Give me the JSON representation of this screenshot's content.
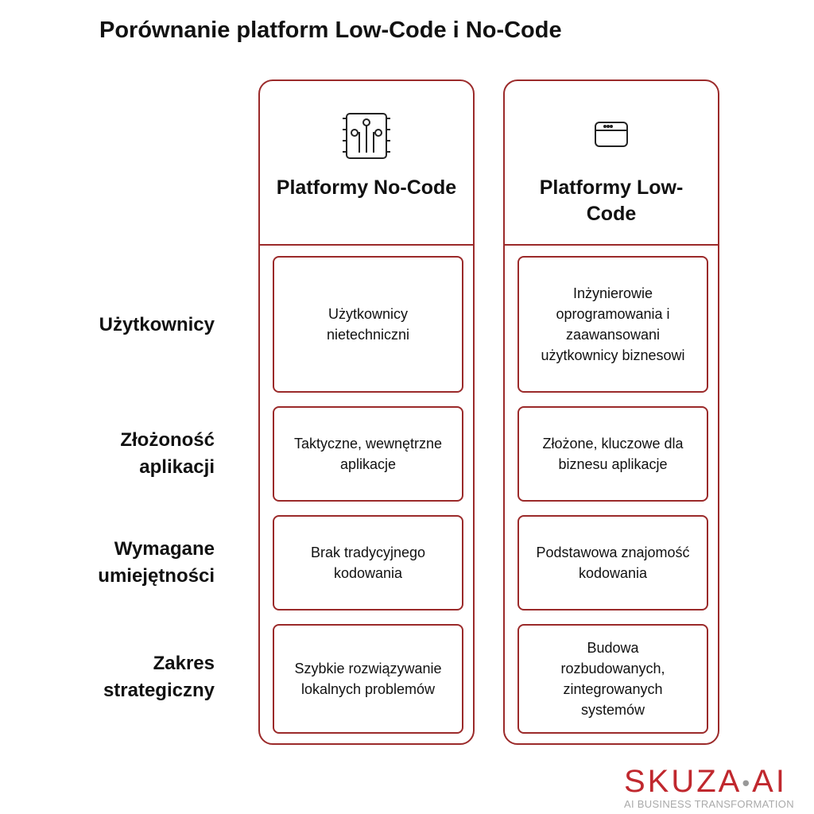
{
  "title": "Porównanie platform Low-Code i No-Code",
  "row_labels": [
    "Użytkownicy",
    "Złożoność aplikacji",
    "Wymagane umiejętności",
    "Zakres strategiczny"
  ],
  "columns": [
    {
      "title": "Platformy No-Code",
      "icon": "circuit-chip-icon",
      "cells": [
        "Użytkownicy nietechniczni",
        "Taktyczne, wewnętrzne aplikacje",
        "Brak tradycyjnego kodowania",
        "Szybkie rozwiązywanie lokalnych problemów"
      ]
    },
    {
      "title": "Platformy Low-Code",
      "icon": "browser-window-icon",
      "cells": [
        "Inżynierowie oprogramowania i zaawansowani użytkownicy biznesowi",
        "Złożone, kluczowe dla biznesu aplikacje",
        "Podstawowa znajomość kodowania",
        "Budowa rozbudowanych, zintegrowanych systemów"
      ]
    }
  ],
  "logo": {
    "main_left": "SKUZA",
    "main_right": "AI",
    "tagline": "AI BUSINESS TRANSFORMATION"
  },
  "colors": {
    "accent": "#9b2a2a",
    "logo": "#c0282e"
  }
}
